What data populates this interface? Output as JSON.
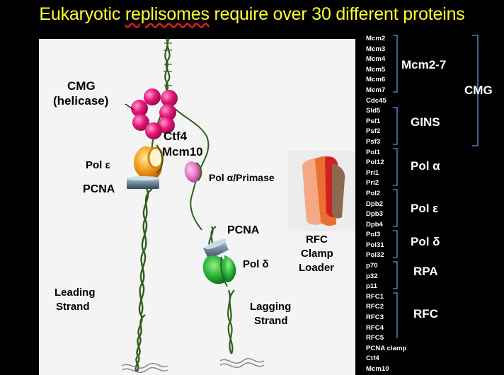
{
  "title": {
    "pre": "Eukaryotic ",
    "underlined": "replisomes",
    "post": " require over 30 different proteins"
  },
  "diagram": {
    "cmg": "CMG",
    "helicase": "(helicase)",
    "ctf4": "Ctf4",
    "mcm10": "Mcm10",
    "pol_epsilon": "Pol ε",
    "pcna_top": "PCNA",
    "pol_alpha_primase": "Pol α/Primase",
    "pcna_lower": "PCNA",
    "pol_delta": "Pol δ",
    "rfc_line1": "RFC",
    "rfc_line2": "Clamp",
    "rfc_line3": "Loader",
    "leading_line1": "Leading",
    "leading_line2": "Strand",
    "lagging_line1": "Lagging",
    "lagging_line2": "Strand"
  },
  "protein_list": [
    "Mcm2",
    "Mcm3",
    "Mcm4",
    "Mcm5",
    "Mcm6",
    "Mcm7",
    "Cdc45",
    "Sld5",
    "Psf1",
    "Psf2",
    "Psf3",
    "Pol1",
    "Pol12",
    "Pri1",
    "Pri2",
    "Pol2",
    "Dpb2",
    "Dpb3",
    "Dpb4",
    "Pol3",
    "Pol31",
    "Pol32",
    "p70",
    "p32",
    "p11",
    "RFC1",
    "RFC2",
    "RFC3",
    "RFC4",
    "RFC5",
    "PCNA clamp",
    "Ctf4",
    "Mcm10"
  ],
  "groups": {
    "mcm27": "Mcm2-7",
    "gins": "GINS",
    "pol_alpha": "Pol α",
    "pol_epsilon": "Pol ε",
    "pol_delta": "Pol δ",
    "rpa": "RPA",
    "rfc": "RFC",
    "cmg": "CMG"
  },
  "colors": {
    "title": "#ffff33",
    "background": "#000000",
    "panel": "#f4f4f4",
    "bracket": "#5577bb",
    "mcm_sphere": "#e8187a",
    "dna_strand": "#2e5e1c",
    "pol_epsilon": "#f5a020",
    "pol_alpha": "#e070c0",
    "pol_delta": "#22aa33",
    "pcna": "#5a7080",
    "rfc": "#e07030"
  }
}
